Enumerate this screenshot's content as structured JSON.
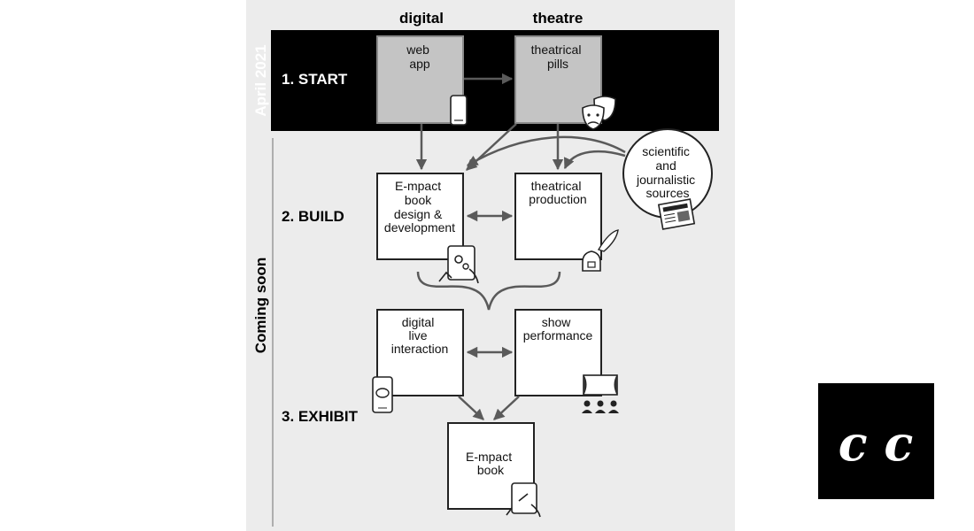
{
  "columns": {
    "digital": "digital",
    "theatre": "theatre"
  },
  "timeline": {
    "start_date": "April 2021",
    "later": "Coming soon"
  },
  "stages": {
    "start": "1. START",
    "build": "2. BUILD",
    "exhibit": "3. EXHIBIT"
  },
  "boxes": {
    "web_app": [
      "web",
      "app"
    ],
    "theatrical_pills": [
      "theatrical",
      "pills"
    ],
    "empact_design": [
      "E-mpact",
      "book",
      "design &",
      "development"
    ],
    "theatrical_production": [
      "theatrical",
      "production"
    ],
    "sources": [
      "scientific",
      "and",
      "journalistic",
      "sources"
    ],
    "digital_live": [
      "digital",
      "live",
      "interaction"
    ],
    "show_performance": [
      "show",
      "performance"
    ],
    "empact_book": [
      "E-mpact",
      "book"
    ]
  },
  "logo": {
    "text": "c c"
  },
  "icons": [
    "smartphone-icon",
    "theatre-masks-icon",
    "newspaper-icon",
    "tablet-settings-icon",
    "quill-inkpot-icon",
    "phone-chat-icon",
    "stage-audience-icon",
    "tablet-touch-icon"
  ],
  "colors": {
    "band": "#000000",
    "box_fill_start": "#c4c4c4",
    "arrow": "#5a5a5a",
    "page_bg": "#ececec"
  }
}
